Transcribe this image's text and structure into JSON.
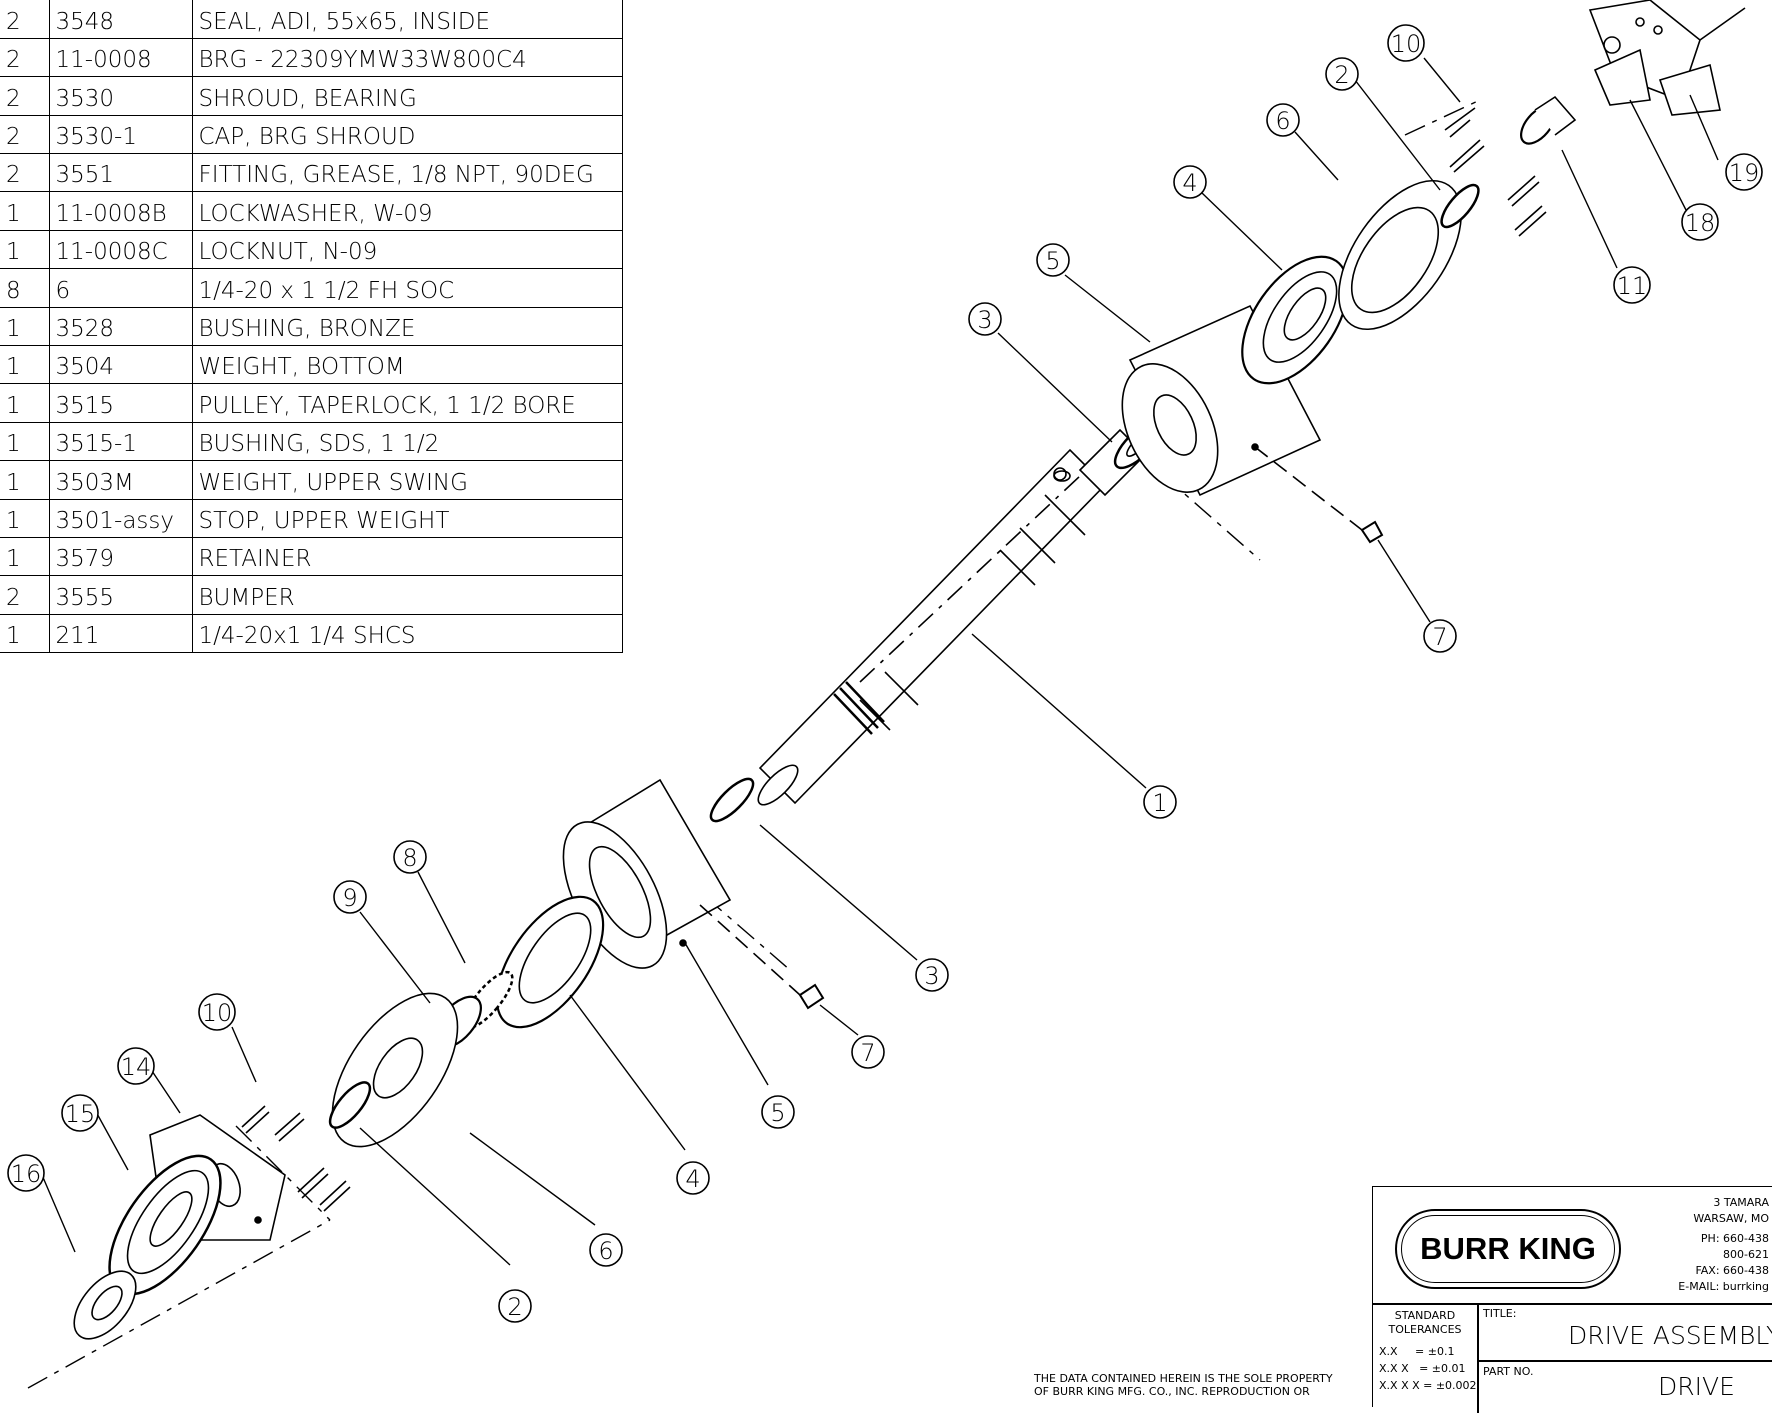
{
  "bom": {
    "rows": [
      {
        "qty": "2",
        "part_no": "3548",
        "description": "SEAL, ADI, 55x65, INSIDE"
      },
      {
        "qty": "2",
        "part_no": "11-0008",
        "description": "BRG - 22309YMW33W800C4"
      },
      {
        "qty": "2",
        "part_no": "3530",
        "description": "SHROUD, BEARING"
      },
      {
        "qty": "2",
        "part_no": "3530-1",
        "description": "CAP, BRG SHROUD"
      },
      {
        "qty": "2",
        "part_no": "3551",
        "description": "FITTING, GREASE, 1/8 NPT, 90DEG"
      },
      {
        "qty": "1",
        "part_no": "11-0008B",
        "description": "LOCKWASHER,  W-09"
      },
      {
        "qty": "1",
        "part_no": "11-0008C",
        "description": "LOCKNUT,  N-09"
      },
      {
        "qty": "8",
        "part_no": "6",
        "description": "1/4-20 x 1 1/2 FH SOC"
      },
      {
        "qty": "1",
        "part_no": "3528",
        "description": "BUSHING, BRONZE"
      },
      {
        "qty": "1",
        "part_no": "3504",
        "description": "WEIGHT, BOTTOM"
      },
      {
        "qty": "1",
        "part_no": "3515",
        "description": "PULLEY, TAPERLOCK, 1 1/2 BORE"
      },
      {
        "qty": "1",
        "part_no": "3515-1",
        "description": "BUSHING, SDS, 1 1/2"
      },
      {
        "qty": "1",
        "part_no": "3503M",
        "description": "WEIGHT, UPPER SWING"
      },
      {
        "qty": "1",
        "part_no": "3501-assy",
        "description": "STOP, UPPER WEIGHT"
      },
      {
        "qty": "1",
        "part_no": "3579",
        "description": "RETAINER"
      },
      {
        "qty": "2",
        "part_no": "3555",
        "description": "BUMPER"
      },
      {
        "qty": "1",
        "part_no": "211",
        "description": "1/4-20x1 1/4 SHCS"
      }
    ]
  },
  "balloons": [
    {
      "label": "10"
    },
    {
      "label": "2"
    },
    {
      "label": "6"
    },
    {
      "label": "4"
    },
    {
      "label": "5"
    },
    {
      "label": "3"
    },
    {
      "label": "19"
    },
    {
      "label": "18"
    },
    {
      "label": "11"
    },
    {
      "label": "7"
    },
    {
      "label": "1"
    },
    {
      "label": "8"
    },
    {
      "label": "9"
    },
    {
      "label": "3"
    },
    {
      "label": "10"
    },
    {
      "label": "14"
    },
    {
      "label": "15"
    },
    {
      "label": "16"
    },
    {
      "label": "7"
    },
    {
      "label": "5"
    },
    {
      "label": "4"
    },
    {
      "label": "6"
    },
    {
      "label": "2"
    }
  ],
  "title_block": {
    "logo": "BURR KING",
    "address_1": "3 TAMARA",
    "address_2": "WARSAW, MO",
    "phone_1": "PH:  660-438",
    "phone_2": "800-621",
    "fax": "FAX:  660-438",
    "email": "E-MAIL:  burrking",
    "standard_tolerances": "STANDARD\nTOLERANCES",
    "tol_1": "X.X     = ±0.1",
    "tol_2": "X.X X   = ±0.01",
    "tol_3": "X.X X X = ±0.002",
    "title_label": "TITLE:",
    "title": "DRIVE ASSEMBLY",
    "part_no_label": "PART  NO.",
    "part_no": "DRIVE"
  },
  "notice": {
    "line_1": "THE DATA CONTAINED HEREIN IS THE SOLE PROPERTY",
    "line_2": "OF BURR KING MFG. CO., INC. REPRODUCTION OR"
  },
  "colors": {
    "ink": "#000000",
    "paper": "#ffffff"
  }
}
